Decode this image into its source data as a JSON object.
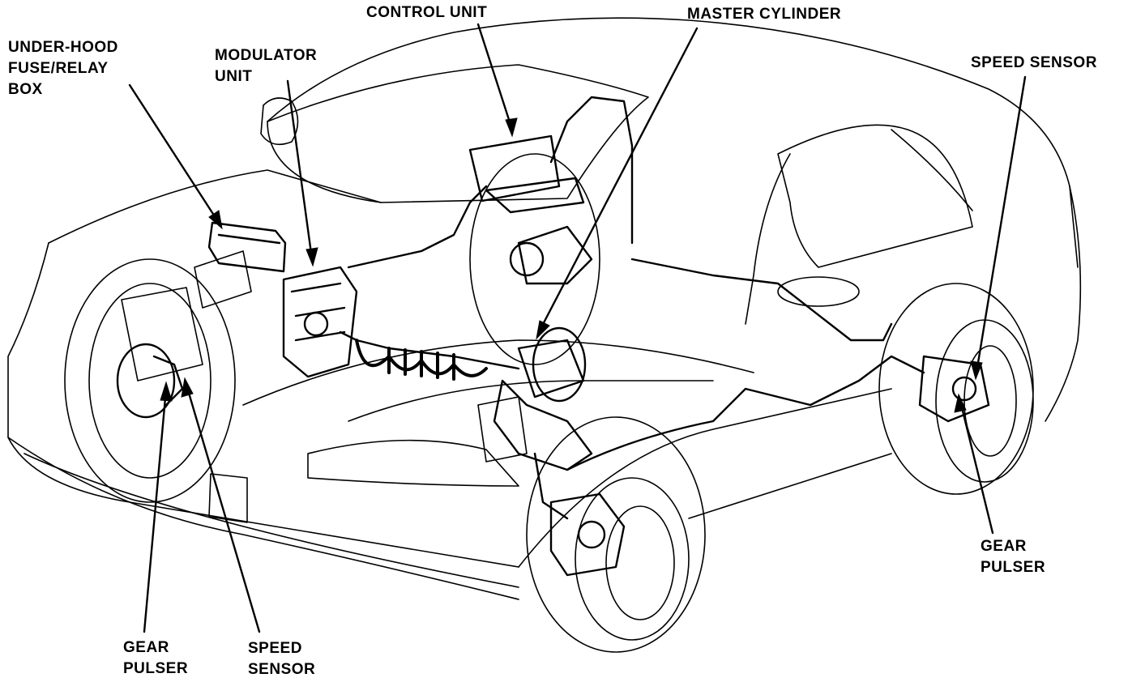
{
  "labels": {
    "control_unit": [
      "CONTROL UNIT"
    ],
    "master_cylinder": [
      "MASTER CYLINDER"
    ],
    "under_hood_fuse_relay_box": [
      "UNDER-HOOD",
      "FUSE/RELAY",
      "BOX"
    ],
    "modulator_unit": [
      "MODULATOR",
      "UNIT"
    ],
    "speed_sensor_rear": [
      "SPEED SENSOR"
    ],
    "gear_pulser_front": [
      "GEAR",
      "PULSER"
    ],
    "speed_sensor_front": [
      "SPEED",
      "SENSOR"
    ],
    "gear_pulser_rear": [
      "GEAR",
      "PULSER"
    ]
  },
  "colors": {
    "ink": "#000000",
    "background": "#ffffff"
  }
}
